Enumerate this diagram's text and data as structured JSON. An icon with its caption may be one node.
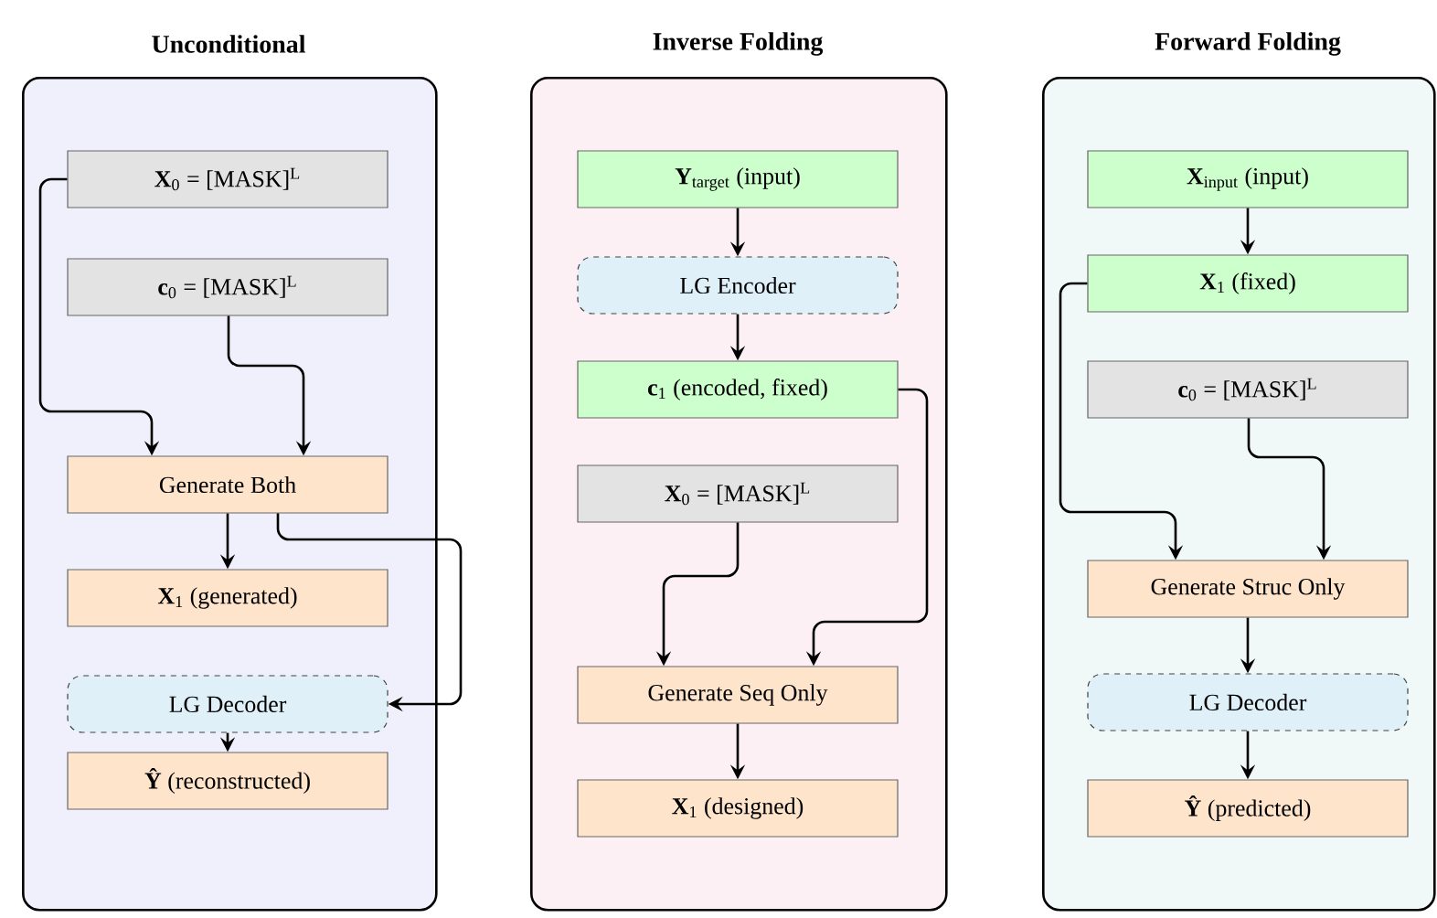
{
  "diagram": {
    "nodes": [
      {
        "text": [
          "Unconditional"
        ]
      },
      {
        "text": [
          "**X**$_{0}$ = [MASK]$^{L}$"
        ],
        "in": 0
      },
      {
        "text": [
          "**c**$_{0}$ = [MASK]$^{L}$"
        ],
        "in": 0
      },
      {
        "text": [
          "Generate Both"
        ],
        "in": 0
      },
      {
        "text": [
          "**X**$_{1}$ (generated)"
        ],
        "in": 0
      },
      {
        "text": [
          "LG Decoder"
        ],
        "in": 0
      },
      {
        "text": [
          "**Ŷ** (reconstructed)"
        ],
        "in": 0
      },
      {
        "text": [
          "Inverse Folding"
        ]
      },
      {
        "text": [
          "**Y**$_{target}$ (input)"
        ],
        "in": 7
      },
      {
        "text": [
          "LG Encoder"
        ],
        "in": 7
      },
      {
        "text": [
          "**c**$_{1}$ (encoded, fixed)"
        ],
        "in": 7
      },
      {
        "text": [
          "**X**$_{0}$ = [MASK]$^{L}$"
        ],
        "in": 7
      },
      {
        "text": [
          "Generate Seq Only"
        ],
        "in": 7
      },
      {
        "text": [
          "**X**$_{1}$ (designed)"
        ],
        "in": 7
      },
      {
        "text": [
          "Forward Folding"
        ]
      },
      {
        "text": [
          "**X**$_{input}$ (input)"
        ],
        "in": 14
      },
      {
        "text": [
          "**X**$_{1}$ (fixed)"
        ],
        "in": 14
      },
      {
        "text": [
          "**c**$_{0}$ = [MASK]$^{L}$"
        ],
        "in": 14
      },
      {
        "text": [
          "Generate Struc Only"
        ],
        "in": 14
      },
      {
        "text": [
          "LG Decoder"
        ],
        "in": 14
      },
      {
        "text": [
          "**Ŷ** (predicted)"
        ],
        "in": 14
      }
    ],
    "edges": [
      {
        "from": 1,
        "to": 3,
        "arrow": "to"
      },
      {
        "from": 2,
        "to": 3,
        "arrow": "to"
      },
      {
        "from": 3,
        "to": 4,
        "arrow": "to"
      },
      {
        "from": 3,
        "to": 5,
        "arrow": "to"
      },
      {
        "from": 5,
        "to": 6,
        "arrow": "to"
      },
      {
        "from": 8,
        "to": 9,
        "arrow": "to"
      },
      {
        "from": 9,
        "to": 10,
        "arrow": "to"
      },
      {
        "from": 11,
        "to": 12,
        "arrow": "to"
      },
      {
        "from": 10,
        "to": 12,
        "arrow": "to"
      },
      {
        "from": 12,
        "to": 13,
        "arrow": "to"
      },
      {
        "from": 15,
        "to": 16,
        "arrow": "to"
      },
      {
        "from": 16,
        "to": 18,
        "arrow": "to"
      },
      {
        "from": 17,
        "to": 18,
        "arrow": "to"
      },
      {
        "from": 18,
        "to": 19,
        "arrow": "to"
      },
      {
        "from": 19,
        "to": 20,
        "arrow": "to"
      }
    ]
  }
}
